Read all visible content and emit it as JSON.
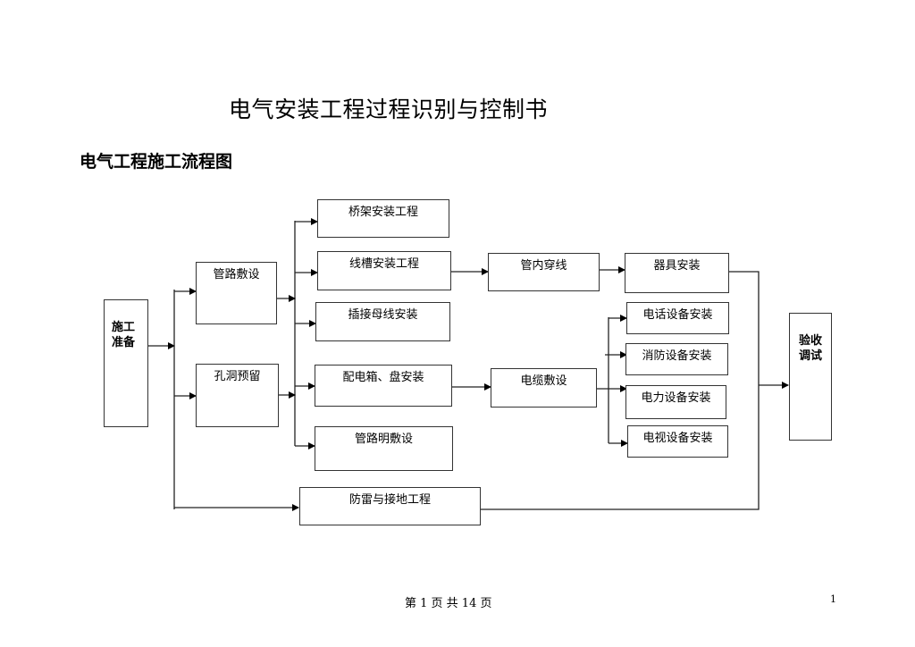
{
  "document": {
    "title": "电气安装工程过程识别与控制书",
    "subtitle": "电气工程施工流程图"
  },
  "flowchart": {
    "nodes": {
      "prep": "施工准备",
      "pipe_lay": "管路敷设",
      "hole_reserve": "孔洞预留",
      "bridge": "桥架安装工程",
      "trunking": "线槽安装工程",
      "busbar": "插接母线安装",
      "distribution_box": "配电箱、盘安装",
      "exposed_pipe": "管路明敷设",
      "lightning": "防雷与接地工程",
      "wiring_in_pipe": "管内穿线",
      "cable_laying": "电缆敷设",
      "fixture": "器具安装",
      "telephone": "电话设备安装",
      "fire": "消防设备安装",
      "power": "电力设备安装",
      "tv": "电视设备安装",
      "acceptance": "验收调试"
    },
    "edges": [
      [
        "prep",
        "pipe_lay"
      ],
      [
        "prep",
        "hole_reserve"
      ],
      [
        "prep",
        "lightning"
      ],
      [
        "pipe_lay",
        "bridge"
      ],
      [
        "pipe_lay",
        "trunking"
      ],
      [
        "pipe_lay",
        "busbar"
      ],
      [
        "hole_reserve",
        "distribution_box"
      ],
      [
        "hole_reserve",
        "exposed_pipe"
      ],
      [
        "trunking",
        "wiring_in_pipe"
      ],
      [
        "wiring_in_pipe",
        "fixture"
      ],
      [
        "distribution_box",
        "cable_laying"
      ],
      [
        "cable_laying",
        "telephone"
      ],
      [
        "cable_laying",
        "fire"
      ],
      [
        "cable_laying",
        "power"
      ],
      [
        "cable_laying",
        "tv"
      ],
      [
        "fixture",
        "acceptance"
      ],
      [
        "lightning",
        "acceptance"
      ]
    ]
  },
  "footer": {
    "page_info": "第 1 页 共 14 页",
    "page_number": "1"
  }
}
